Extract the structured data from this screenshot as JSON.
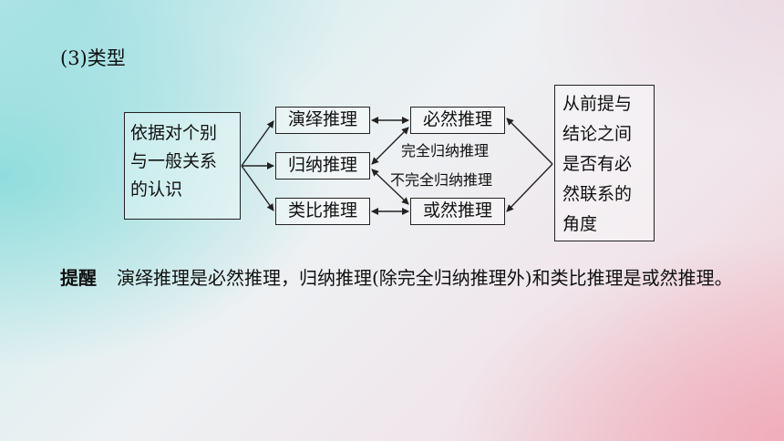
{
  "heading": "(3)类型",
  "diagram": {
    "source": [
      "依据对个别",
      "与一般关系",
      "的认识"
    ],
    "methods": [
      "演绎推理",
      "归纳推理",
      "类比推理"
    ],
    "results": [
      "必然推理",
      "或然推理"
    ],
    "link_labels": [
      "完全归纳推理",
      "不完全归纳推理"
    ],
    "perspective": [
      "从前提与",
      "结论之间",
      "是否有必",
      "然联系的",
      "角度"
    ]
  },
  "note": {
    "tag": "提醒",
    "text": "演绎推理是必然推理，归纳推理(除完全归纳推理外)和类比推理是或然推理。"
  }
}
